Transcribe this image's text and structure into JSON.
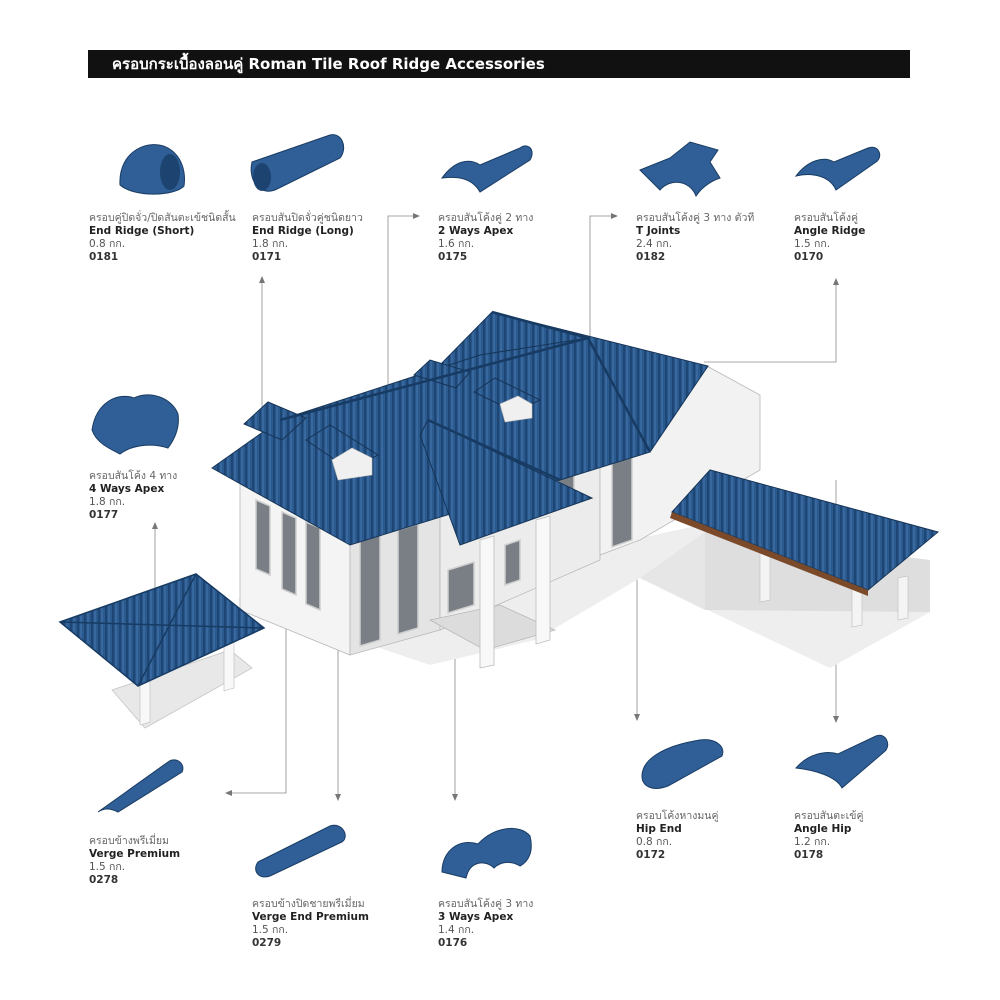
{
  "title": "ครอบกระเบื้องลอนคู่ Roman Tile Roof Ridge Accessories",
  "colors": {
    "tile": "#2b5a8f",
    "tile_dark": "#1c3f66",
    "tile_light": "#4f84bd",
    "title_bg": "#111111"
  },
  "products": [
    {
      "id": "p0181",
      "thai": "ครอบคู่ปิดจั่ว/ปิดสันตะเข้ชนิดสั้น",
      "name": "End Ridge (Short)",
      "weight": "0.8 กก.",
      "code": "0181"
    },
    {
      "id": "p0171",
      "thai": "ครอบสันปิดจั่วคู่ชนิดยาว",
      "name": "End Ridge (Long)",
      "weight": "1.8 กก.",
      "code": "0171"
    },
    {
      "id": "p0175",
      "thai": "ครอบสันโค้งคู่ 2 ทาง",
      "name": "2 Ways Apex",
      "weight": "1.6 กก.",
      "code": "0175"
    },
    {
      "id": "p0182",
      "thai": "ครอบสันโค้งคู่ 3 ทาง ตัวที",
      "name": "T Joints",
      "weight": "2.4 กก.",
      "code": "0182"
    },
    {
      "id": "p0170",
      "thai": "ครอบสันโค้งคู่",
      "name": "Angle Ridge",
      "weight": "1.5 กก.",
      "code": "0170"
    },
    {
      "id": "p0177",
      "thai": "ครอบสันโค้ง 4 ทาง",
      "name": "4 Ways Apex",
      "weight": "1.8 กก.",
      "code": "0177"
    },
    {
      "id": "p0278",
      "thai": "ครอบข้างพรีเมี่ยม",
      "name": "Verge Premium",
      "weight": "1.5 กก.",
      "code": "0278"
    },
    {
      "id": "p0279",
      "thai": "ครอบข้างปิดชายพรีเมี่ยม",
      "name": "Verge End Premium",
      "weight": "1.5 กก.",
      "code": "0279"
    },
    {
      "id": "p0176",
      "thai": "ครอบสันโค้งคู่ 3 ทาง",
      "name": "3 Ways Apex",
      "weight": "1.4 กก.",
      "code": "0176"
    },
    {
      "id": "p0172",
      "thai": "ครอบโค้งหางมนคู่",
      "name": "Hip End",
      "weight": "0.8 กก.",
      "code": "0172"
    },
    {
      "id": "p0178",
      "thai": "ครอบสันตะเข้คู่",
      "name": "Angle Hip",
      "weight": "1.2 กก.",
      "code": "0178"
    }
  ]
}
